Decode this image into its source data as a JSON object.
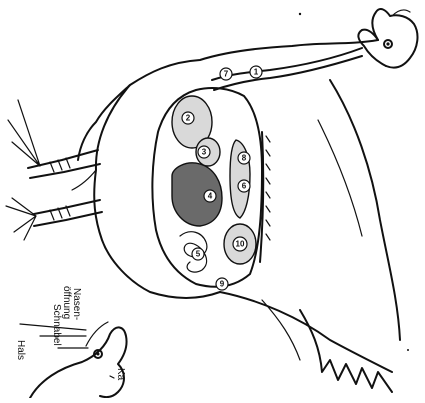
{
  "figure": {
    "organ_numbers": [
      "1",
      "2",
      "3",
      "4",
      "5",
      "6",
      "7",
      "8",
      "9",
      "10"
    ],
    "head_labels": {
      "nasal_opening": "Nasen-\nöffnung",
      "beak": "Schnabel",
      "neck": "Hals",
      "comb_partial": "Ka"
    }
  }
}
